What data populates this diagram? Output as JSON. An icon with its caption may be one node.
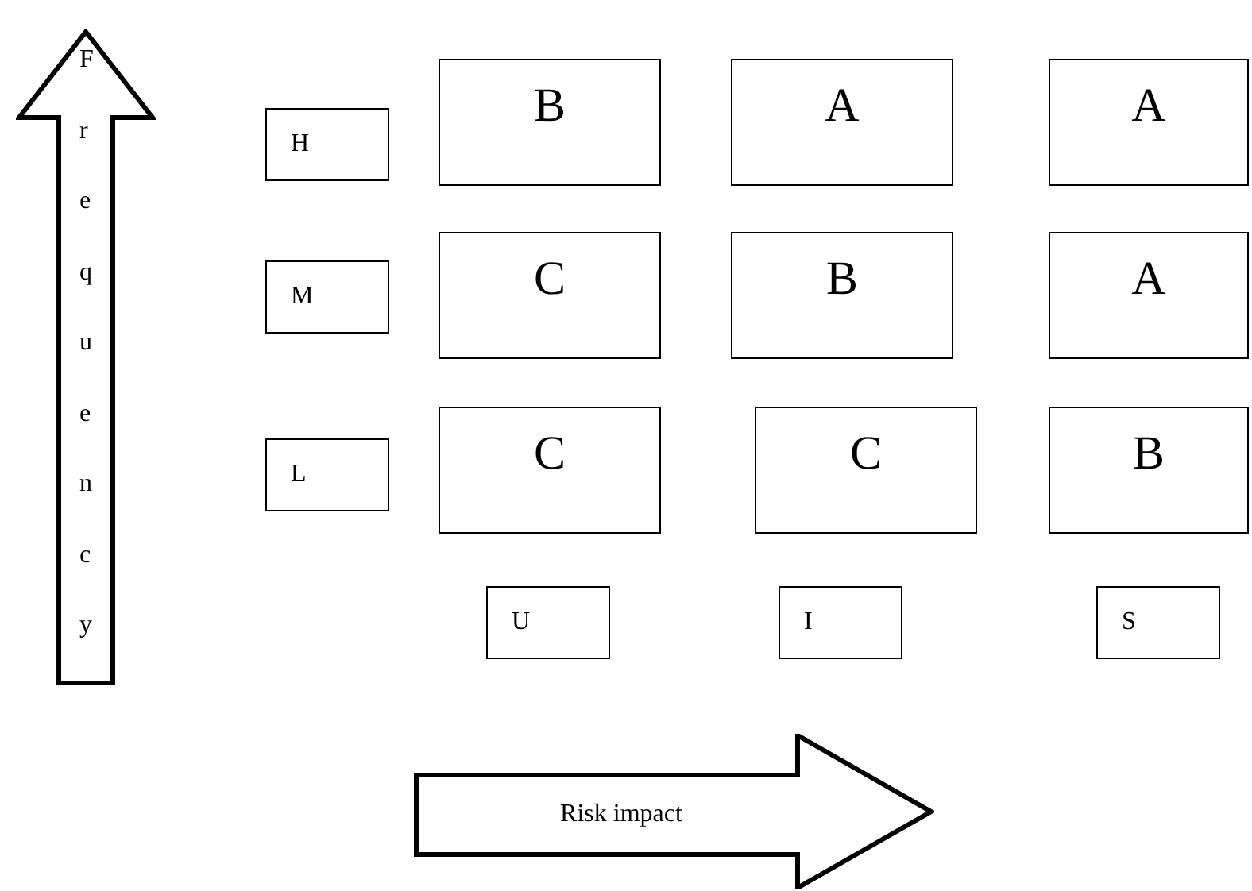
{
  "diagram": {
    "nodes": [
      {
        "text": [
          "Frequency"
        ]
      },
      {
        "text": [
          "H"
        ]
      },
      {
        "text": [
          "B"
        ]
      },
      {
        "text": [
          "A"
        ]
      },
      {
        "text": [
          "A"
        ]
      },
      {
        "text": [
          "M"
        ]
      },
      {
        "text": [
          "C"
        ]
      },
      {
        "text": [
          "B"
        ]
      },
      {
        "text": [
          "A"
        ]
      },
      {
        "text": [
          "L"
        ]
      },
      {
        "text": [
          "C"
        ]
      },
      {
        "text": [
          "C"
        ]
      },
      {
        "text": [
          "B"
        ]
      },
      {
        "text": [
          "U"
        ]
      },
      {
        "text": [
          "I"
        ]
      },
      {
        "text": [
          "S"
        ]
      },
      {
        "text": [
          "Risk impact"
        ]
      }
    ]
  }
}
